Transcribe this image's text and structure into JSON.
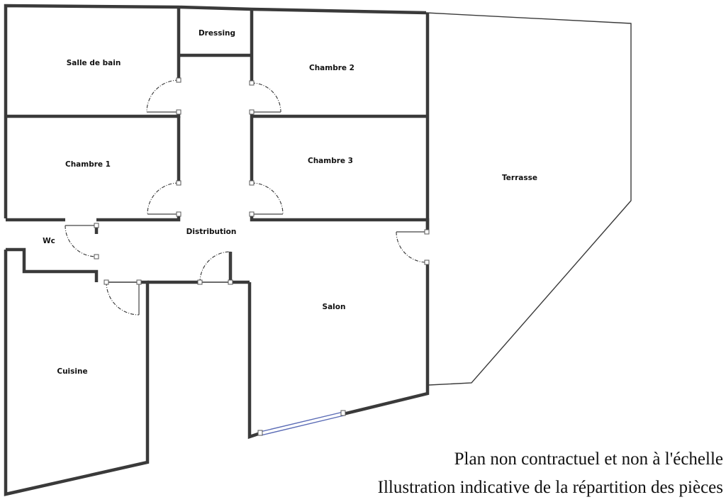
{
  "rooms": {
    "salle_de_bain": "Salle de bain",
    "dressing": "Dressing",
    "chambre_2": "Chambre 2",
    "chambre_1": "Chambre 1",
    "chambre_3": "Chambre 3",
    "terrasse": "Terrasse",
    "distribution": "Distribution",
    "wc": "Wc",
    "salon": "Salon",
    "cuisine": "Cuisine"
  },
  "caption": {
    "line1": "Plan non contractuel et non à l'échelle",
    "line2": "Illustration indicative de la répartition des pièces"
  },
  "colors": {
    "wall": "#3a3a3a",
    "window": "#5a6bb5",
    "background": "#ffffff"
  }
}
